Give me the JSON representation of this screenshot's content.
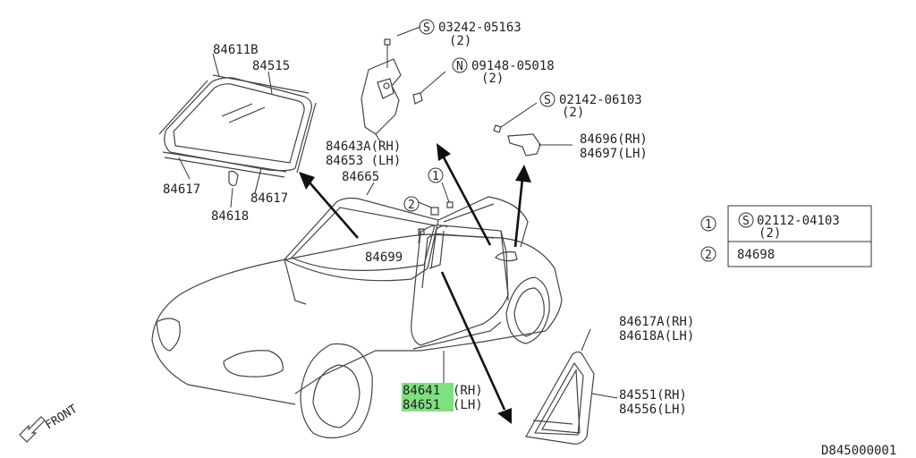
{
  "diagram": {
    "id": "D845000001",
    "front_label": "FRONT",
    "parts": {
      "p84611b": "84611B",
      "p84515": "84515",
      "p84617_left": "84617",
      "p84617_right": "84617",
      "p84618": "84618",
      "p84665": "84665",
      "p84699": "84699",
      "p84643a": "84643A(RH)",
      "p84653": "84653 (LH)",
      "p84696": "84696(RH)",
      "p84697": "84697(LH)",
      "p84617a": "84617A(RH)",
      "p84618a": "84618A(LH)",
      "p84551": "84551(RH)",
      "p84556": "84556(LH)",
      "p84641_num": "84641",
      "p84641_side": "(RH)",
      "p84651_num": "84651",
      "p84651_side": "(LH)"
    },
    "fasteners": {
      "s03242": {
        "badge": "S",
        "code": "03242-05163",
        "qty": "(2)"
      },
      "n09148": {
        "badge": "N",
        "code": "09148-05018",
        "qty": "(2)"
      },
      "s02142": {
        "badge": "S",
        "code": "02142-06103",
        "qty": "(2)"
      }
    },
    "callouts": {
      "c1": "1",
      "c2": "2"
    },
    "legend": {
      "row1": {
        "num": "1",
        "badge": "S",
        "code": "02112-04103",
        "qty": "(2)"
      },
      "row2": {
        "num": "2",
        "code": "84698"
      }
    }
  }
}
